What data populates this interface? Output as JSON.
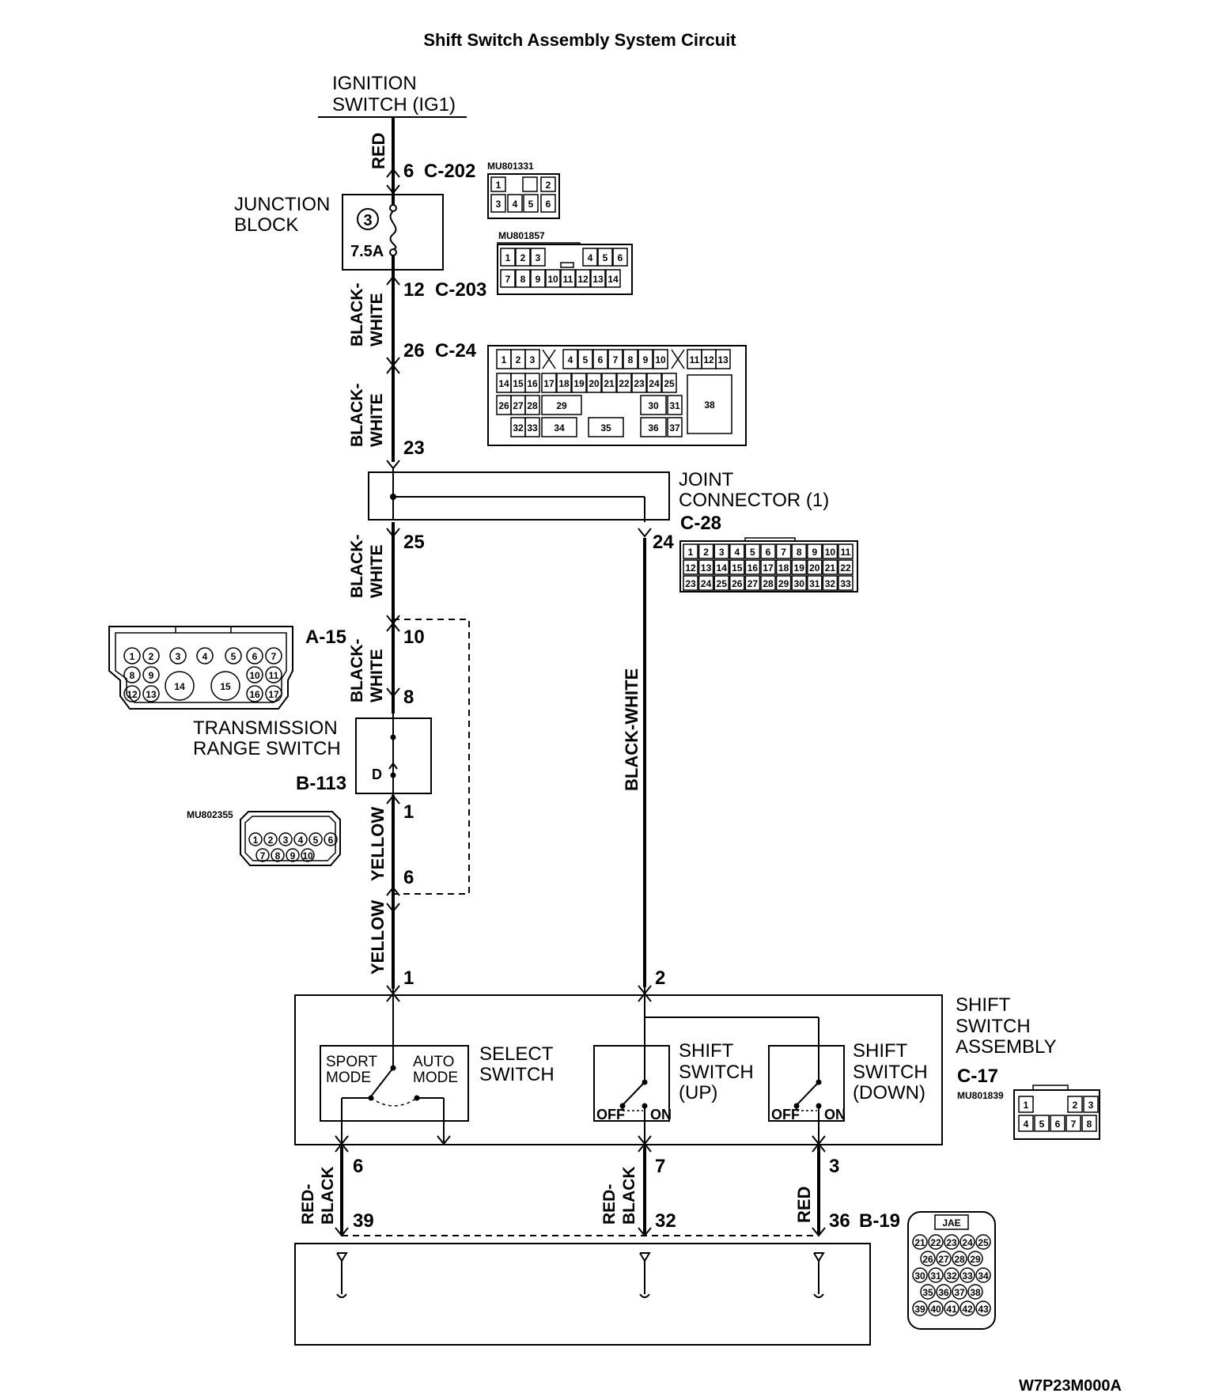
{
  "title": "Shift Switch Assembly System Circuit",
  "figure_code": "W7P23M000A",
  "ignition": [
    "IGNITION",
    "SWITCH (IG1)"
  ],
  "junction_block": {
    "label": [
      "JUNCTION",
      "BLOCK"
    ],
    "fuse_no": "3",
    "fuse_rating": "7.5A"
  },
  "joint_connector": {
    "label": [
      "JOINT",
      "CONNECTOR (1)"
    ],
    "id": "C-28"
  },
  "transmission_range_switch": {
    "label": [
      "TRANSMISSION",
      "RANGE SWITCH"
    ],
    "id": "B-113",
    "contact": "D"
  },
  "shift_switch_assembly": {
    "label": [
      "SHIFT",
      "SWITCH",
      "ASSEMBLY"
    ],
    "id": "C-17",
    "part": "MU801839"
  },
  "select_switch": {
    "label": [
      "SELECT",
      "SWITCH"
    ],
    "sport": [
      "SPORT",
      "MODE"
    ],
    "auto": [
      "AUTO",
      "MODE"
    ]
  },
  "shift_up": {
    "label": [
      "SHIFT",
      "SWITCH",
      "(UP)"
    ],
    "off": "OFF",
    "on": "ON"
  },
  "shift_down": {
    "label": [
      "SHIFT",
      "SWITCH",
      "(DOWN)"
    ],
    "off": "OFF",
    "on": "ON"
  },
  "wires": {
    "red": "RED",
    "black_white_split": [
      "BLACK-",
      "WHITE"
    ],
    "black_white": "BLACK-WHITE",
    "yellow": "YELLOW",
    "red_black_split": [
      "RED-",
      "BLACK"
    ]
  },
  "pins": {
    "c202": "6",
    "c202_id": "C-202",
    "c203": "12",
    "c203_id": "C-203",
    "c24": "26",
    "c24_id": "C-24",
    "c24_b": "23",
    "jc_left": "25",
    "jc_right": "24",
    "a15_top": "10",
    "a15_id": "A-15",
    "a15_bottom": "8",
    "b113_out": "1",
    "b113_6": "6",
    "ssa_1": "1",
    "ssa_2": "2",
    "ssa_6": "6",
    "ssa_7": "7",
    "ssa_3": "3",
    "b19_39": "39",
    "b19_32": "32",
    "b19_36": "36",
    "b19_id": "B-19"
  },
  "connectors": {
    "mu801331": {
      "part": "MU801331",
      "row1": [
        "1",
        "",
        "2"
      ],
      "row2": [
        "3",
        "4",
        "5",
        "6"
      ]
    },
    "mu801857": {
      "part": "MU801857",
      "row1": [
        "1",
        "2",
        "3",
        "4",
        "5",
        "6"
      ],
      "row2": [
        "7",
        "8",
        "9",
        "10",
        "11",
        "12",
        "13",
        "14"
      ]
    },
    "c24": {
      "row1": [
        "1",
        "2",
        "3",
        "4",
        "5",
        "6",
        "7",
        "8",
        "9",
        "10",
        "11",
        "12",
        "13"
      ],
      "row2": [
        "14",
        "15",
        "16",
        "17",
        "18",
        "19",
        "20",
        "21",
        "22",
        "23",
        "24",
        "25"
      ],
      "row3": [
        "26",
        "27",
        "28",
        "29",
        "30",
        "31"
      ],
      "row4": [
        "32",
        "33",
        "34",
        "35",
        "36",
        "37"
      ],
      "big": "38"
    },
    "c28": {
      "row1": [
        "1",
        "2",
        "3",
        "4",
        "5",
        "6",
        "7",
        "8",
        "9",
        "10",
        "11"
      ],
      "row2": [
        "12",
        "13",
        "14",
        "15",
        "16",
        "17",
        "18",
        "19",
        "20",
        "21",
        "22"
      ],
      "row3": [
        "23",
        "24",
        "25",
        "26",
        "27",
        "28",
        "29",
        "30",
        "31",
        "32",
        "33"
      ]
    },
    "a15": {
      "row1": [
        "1",
        "2",
        "3",
        "4",
        "5",
        "6",
        "7"
      ],
      "row2": [
        "8",
        "9",
        "10",
        "11"
      ],
      "row3": [
        "12",
        "13",
        "16",
        "17"
      ],
      "big": [
        "14",
        "15"
      ]
    },
    "mu802355": {
      "part": "MU802355",
      "row1": [
        "1",
        "2",
        "3",
        "4",
        "5",
        "6"
      ],
      "row2": [
        "7",
        "8",
        "9",
        "10"
      ]
    },
    "c17": {
      "row1": [
        "1",
        "2",
        "3"
      ],
      "row2": [
        "4",
        "5",
        "6",
        "7",
        "8"
      ]
    },
    "b19": {
      "brand": "JAE",
      "row1": [
        "21",
        "22",
        "23",
        "24",
        "25"
      ],
      "row2": [
        "26",
        "27",
        "28",
        "29"
      ],
      "row3": [
        "30",
        "31",
        "32",
        "33",
        "34"
      ],
      "row4": [
        "35",
        "36",
        "37",
        "38"
      ],
      "row5": [
        "39",
        "40",
        "41",
        "42",
        "43"
      ]
    }
  },
  "colors": {
    "line": "#000000",
    "background": "#ffffff"
  }
}
